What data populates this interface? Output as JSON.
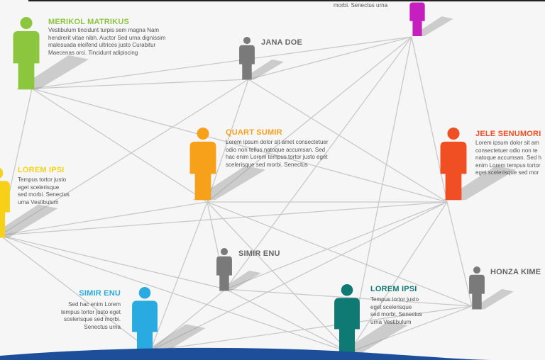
{
  "diagram": {
    "colors": {
      "green": "#8cc63f",
      "magenta": "#c51fc0",
      "orange": "#f7a11a",
      "red": "#f04e23",
      "yellow": "#f7d117",
      "blue": "#29aae1",
      "teal": "#0f7a74",
      "gray": "#7a7a7a",
      "line": "#c9c9c9",
      "wave": "#1d4e9a"
    },
    "people": [
      {
        "id": "merikol",
        "name": "MERIKOL MATRIKUS",
        "color": "green",
        "lines": [
          "Vestibulum tincidunt turpis sem magna Nam",
          "hendrerit vitae nibh. Auctor Sed urna dignissim",
          "malesuada eleifend ultrices justo Curabitur",
          "Maecenas orci. Tincidunt adipiscing"
        ]
      },
      {
        "id": "top-magenta",
        "name": "",
        "color": "magenta",
        "lines": [
          "morbi. Senectus urna"
        ]
      },
      {
        "id": "jana",
        "name": "JANA DOE",
        "color": "gray",
        "lines": []
      },
      {
        "id": "quart",
        "name": "QUART SUMIR",
        "color": "orange",
        "lines": [
          "Lorem ipsum dolor sit amet consectetuer",
          "odio non tellus natoque accumsan. Sed",
          "hac enim Lorem tempus tortor justo eget",
          "scelerisque sed morbi. Senectus"
        ]
      },
      {
        "id": "jele",
        "name": "JELE SENUMORI",
        "color": "red",
        "lines": [
          "Lorem ipsum dolor sit am",
          "consectetuer odio non te",
          "natoque accumsan. Sed h",
          "enim Lorem tempus tortor",
          "eget scelerisque sed mor"
        ]
      },
      {
        "id": "lorem-left",
        "name": "LOREM IPSI",
        "color": "yellow",
        "lines": [
          "Tempus tortor justo",
          "eget scelerisque",
          "sed morbi. Senectus",
          "urna Vestibulum"
        ]
      },
      {
        "id": "simir-gray",
        "name": "SIMIR ENU",
        "color": "gray",
        "lines": []
      },
      {
        "id": "honza",
        "name": "HONZA KIME",
        "color": "gray",
        "lines": []
      },
      {
        "id": "simir-blue",
        "name": "SIMIR ENU",
        "color": "blue",
        "lines": [
          "Sed hac enim Lorem",
          "tempus tortor justo eget",
          "scelerisque sed morbi.",
          "Senectus urna"
        ]
      },
      {
        "id": "lorem-teal",
        "name": "LOREM IPSI",
        "color": "teal",
        "lines": [
          "Tempus tortor justo",
          "eget scelerisque",
          "sed morbi. Senectus",
          "urna Vestibulum"
        ]
      }
    ]
  }
}
